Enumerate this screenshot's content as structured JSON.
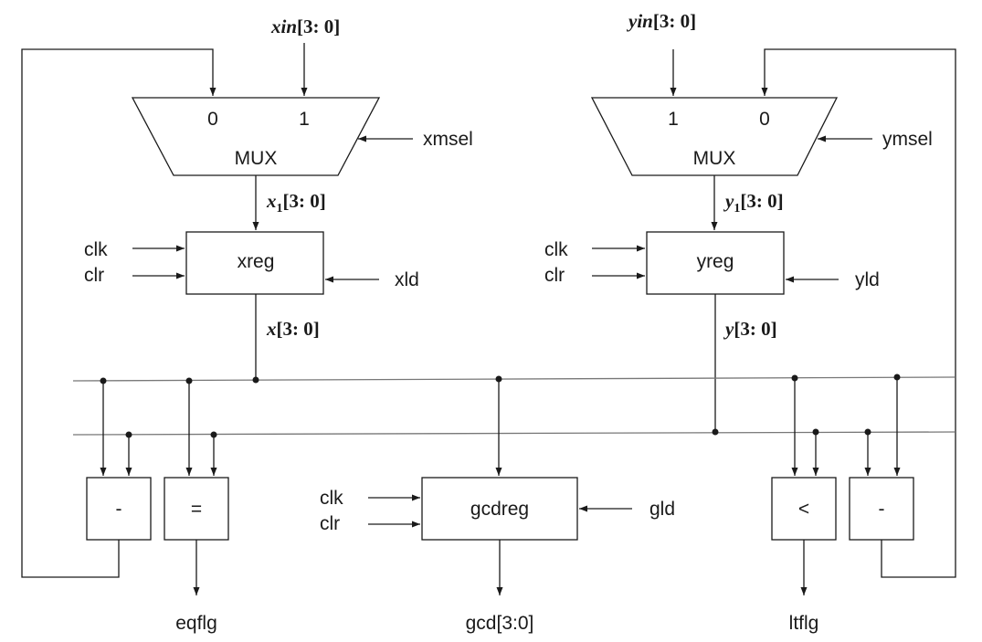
{
  "inputs": {
    "xin": {
      "name": "xin",
      "range": "[3: 0]"
    },
    "yin": {
      "name": "yin",
      "range": "[3: 0]"
    }
  },
  "mux_left": {
    "label": "MUX",
    "port_left": "0",
    "port_right": "1",
    "select": "xmsel"
  },
  "mux_right": {
    "label": "MUX",
    "port_left": "1",
    "port_right": "0",
    "select": "ymsel"
  },
  "signals": {
    "x1": {
      "name": "x",
      "sub": "1",
      "range": "[3: 0]"
    },
    "y1": {
      "name": "y",
      "sub": "1",
      "range": "[3: 0]"
    },
    "x": {
      "name": "x",
      "range": "[3: 0]"
    },
    "y": {
      "name": "y",
      "range": "[3: 0]"
    }
  },
  "xreg": {
    "label": "xreg",
    "clk": "clk",
    "clr": "clr",
    "load": "xld"
  },
  "yreg": {
    "label": "yreg",
    "clk": "clk",
    "clr": "clr",
    "load": "yld"
  },
  "gcdreg": {
    "label": "gcdreg",
    "clk": "clk",
    "clr": "clr",
    "load": "gld"
  },
  "operators": {
    "sub_left": "-",
    "eq": "=",
    "lt": "<",
    "sub_right": "-"
  },
  "outputs": {
    "eqflg": "eqflg",
    "gcd": "gcd[3:0]",
    "ltflg": "ltflg"
  }
}
